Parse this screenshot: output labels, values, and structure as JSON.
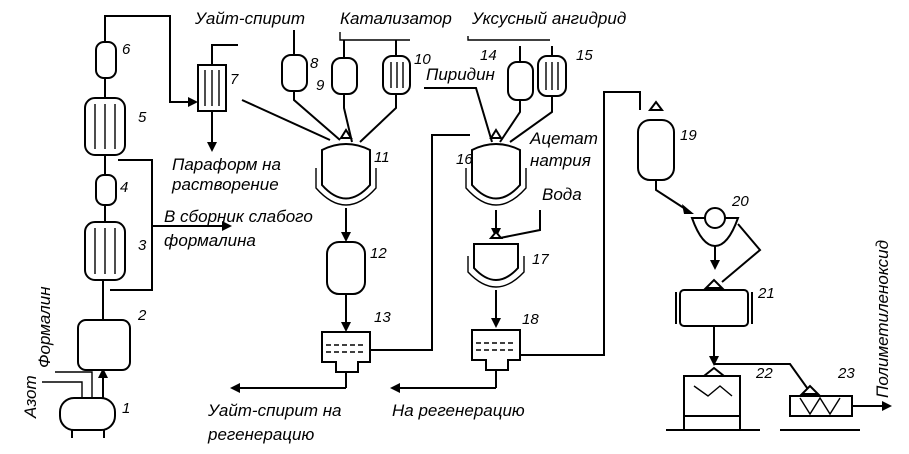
{
  "labels": {
    "white_spirit_in": "Уайт-спирит",
    "catalyst": "Катализатор",
    "acetic_anhydride": "Уксусный ангидрид",
    "pyridine": "Пиридин",
    "paraform": "Параформ на",
    "paraform_2": "растворение",
    "weak_formalin": "В сборник слабого",
    "weak_formalin_2": "формалина",
    "sodium_acetate": "Ацетат",
    "sodium_acetate_2": "натрия",
    "water": "Вода",
    "white_spirit_regen": "Уайт-спирит на",
    "white_spirit_regen_2": "регенерацию",
    "to_regen": "На регенерацию",
    "nitrogen": "Азот",
    "formalin": "Формалин",
    "product": "Полиметиленоксид"
  },
  "units": [
    "1",
    "2",
    "3",
    "4",
    "5",
    "6",
    "7",
    "8",
    "9",
    "10",
    "11",
    "12",
    "13",
    "14",
    "15",
    "16",
    "17",
    "18",
    "19",
    "20",
    "21",
    "22",
    "23"
  ]
}
